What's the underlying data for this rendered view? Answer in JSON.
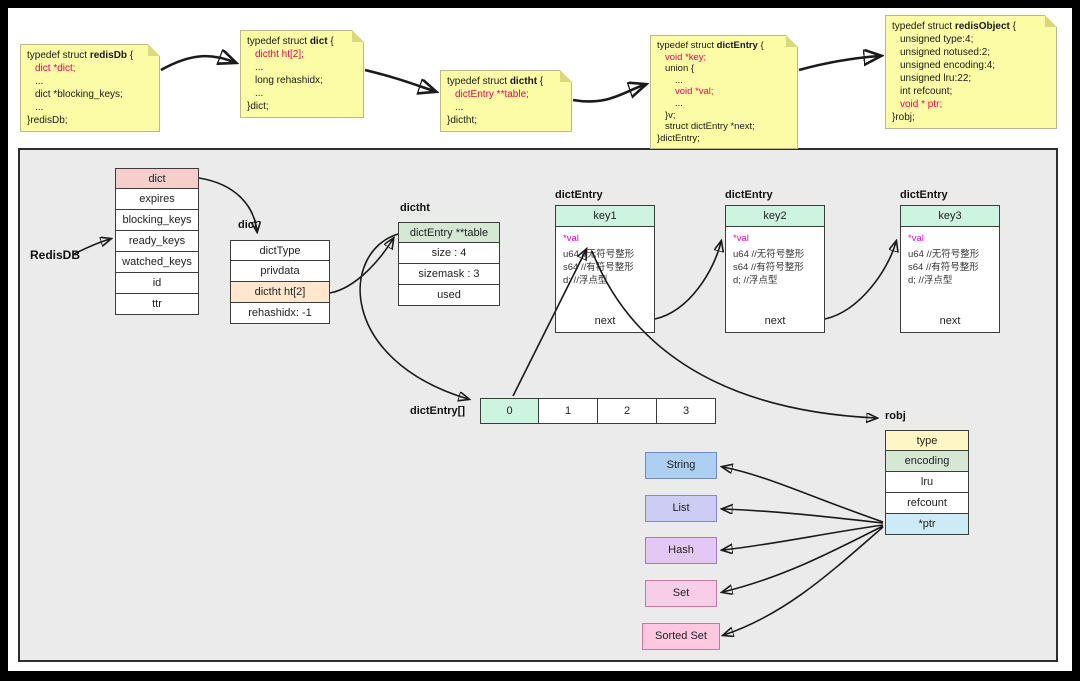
{
  "colors": {
    "frame": "#000000",
    "canvas": "#ffffff",
    "panel_bg": "#ebebeb",
    "note_bg": "#fcfca6",
    "code_highlight": "#f50057",
    "val_magenta": "#ff00cc",
    "row_pink": "#f8cecc",
    "row_peach": "#ffe6cc",
    "row_green": "#d5e8d4",
    "row_mint": "#ccf4de",
    "row_yellow": "#fff6c5",
    "row_blue": "#cdeaf7",
    "box_string": "#aecff0",
    "box_list": "#ccccf4",
    "box_hash": "#e2c8f2",
    "box_set": "#f8cde8",
    "box_sorted_set": "#ffc8e0",
    "arrow": "#1a1a1a"
  },
  "notes": [
    {
      "title_prefix": "typedef struct ",
      "title_name": "redisDb",
      "title_suffix": " {",
      "lines": [
        "dict *dict;",
        "...",
        "dict *blocking_keys;",
        "...",
        "}redisDb;"
      ]
    },
    {
      "title_prefix": "typedef struct ",
      "title_name": "dict",
      "title_suffix": " {",
      "lines": [
        "dictht ht[2];",
        "...",
        "long rehashidx;",
        "...",
        "}dict;"
      ]
    },
    {
      "title_prefix": "typedef struct ",
      "title_name": "dictht",
      "title_suffix": " {",
      "lines": [
        "dictEntry **table;",
        "...",
        "}dictht;"
      ]
    },
    {
      "title_prefix": "typedef struct ",
      "title_name": "dictEntry",
      "title_suffix": " {",
      "lines": [
        "void *key;",
        "union {",
        "...",
        "void *val;",
        "...",
        "}v;",
        "struct dictEntry *next;",
        "}dictEntry;"
      ]
    },
    {
      "title_prefix": "typedef struct ",
      "title_name": "redisObject",
      "title_suffix": " {",
      "lines": [
        "unsigned type:4;",
        "unsigned notused:2;",
        "unsigned encoding:4;",
        "unsigned lru:22;",
        "int refcount;",
        "void * ptr;",
        "}robj;"
      ]
    }
  ],
  "diagram": {
    "redisdb": {
      "label": "RedisDB",
      "rows": [
        "dict",
        "expires",
        "blocking_keys",
        "ready_keys",
        "watched_keys",
        "id",
        "ttr"
      ]
    },
    "dict": {
      "label": "dict",
      "rows": [
        "dictType",
        "privdata",
        "dictht ht[2]",
        "rehashidx: -1"
      ]
    },
    "dictht": {
      "label": "dictht",
      "rows": [
        "dictEntry **table",
        "size : 4",
        "sizemask : 3",
        "used"
      ]
    },
    "entry_array": {
      "label": "dictEntry[]",
      "cells": [
        "0",
        "1",
        "2",
        "3"
      ]
    },
    "entries": {
      "label": "dictEntry",
      "keys": [
        "key1",
        "key2",
        "key3"
      ],
      "val": "*val",
      "union_lines": [
        "u64 //无符号整形",
        "s64 //有符号整形",
        "d; //浮点型"
      ],
      "next": "next"
    },
    "robj": {
      "label": "robj",
      "rows": [
        "type",
        "encoding",
        "lru",
        "refcount",
        "*ptr"
      ]
    },
    "value_types": [
      "String",
      "List",
      "Hash",
      "Set",
      "Sorted Set"
    ]
  }
}
